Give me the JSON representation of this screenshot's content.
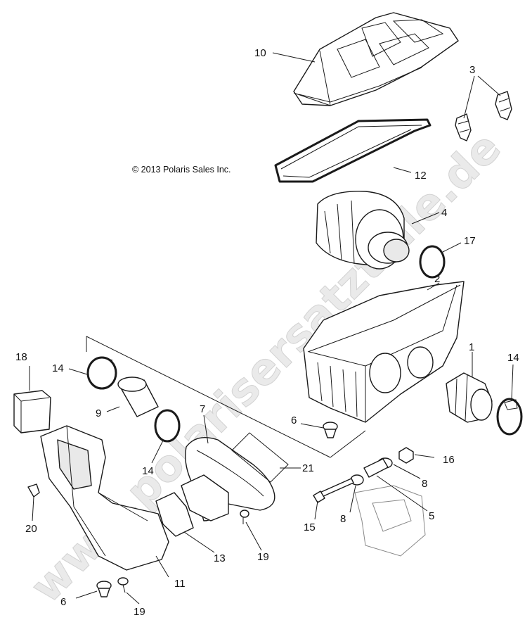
{
  "copyright": "© 2013 Polaris Sales Inc.",
  "watermark": "www.polarisersatzteile.de",
  "callouts": {
    "c10": "10",
    "c3": "3",
    "c12": "12",
    "c4": "4",
    "c17": "17",
    "c2": "2",
    "c1": "1",
    "c14a": "14",
    "c18": "18",
    "c14b": "14",
    "c9": "9",
    "c7": "7",
    "c14c": "14",
    "c6a": "6",
    "c16": "16",
    "c8a": "8",
    "c21": "21",
    "c5": "5",
    "c8b": "8",
    "c15": "15",
    "c20": "20",
    "c13": "13",
    "c19a": "19",
    "c11": "11",
    "c6b": "6",
    "c19b": "19"
  }
}
